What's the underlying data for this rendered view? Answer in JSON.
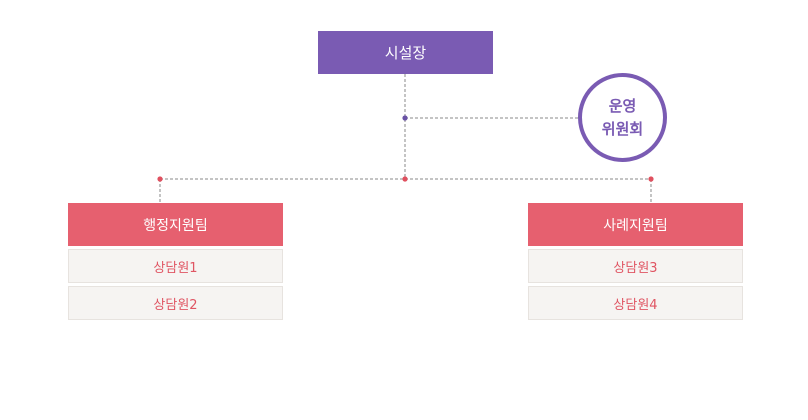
{
  "colors": {
    "head": "#7a5bb3",
    "team": "#e6606f",
    "member_text": "#e05563",
    "line": "#8a8a8a",
    "dot_purple": "#6a53a6",
    "dot_red": "#e0505f"
  },
  "org": {
    "head": "시설장",
    "committee": {
      "line1": "운영",
      "line2": "위원회"
    },
    "teams": [
      {
        "title": "행정지원팀",
        "members": [
          "상담원1",
          "상담원2"
        ]
      },
      {
        "title": "사례지원팀",
        "members": [
          "상담원3",
          "상담원4"
        ]
      }
    ]
  }
}
